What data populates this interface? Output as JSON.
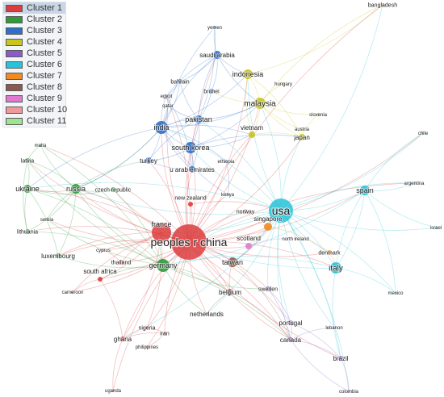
{
  "legend": [
    {
      "label": "Cluster 1",
      "color": "#dc3c3c"
    },
    {
      "label": "Cluster 2",
      "color": "#2e9a3a"
    },
    {
      "label": "Cluster 3",
      "color": "#2f6fc8"
    },
    {
      "label": "Cluster 4",
      "color": "#c7c51f"
    },
    {
      "label": "Cluster 5",
      "color": "#8a5cc8"
    },
    {
      "label": "Cluster 6",
      "color": "#27c3d8"
    },
    {
      "label": "Cluster 7",
      "color": "#f08a22"
    },
    {
      "label": "Cluster 8",
      "color": "#8c5a4c"
    },
    {
      "label": "Cluster 9",
      "color": "#e07ad0"
    },
    {
      "label": "Cluster 10",
      "color": "#f0999b"
    },
    {
      "label": "Cluster 11",
      "color": "#9fe38f"
    }
  ],
  "nodes": [
    {
      "id": "china",
      "label": "peoples r china",
      "cluster": 1
    },
    {
      "id": "france",
      "label": "france",
      "cluster": 1
    },
    {
      "id": "thailand",
      "label": "thailand",
      "cluster": 1
    },
    {
      "id": "cyprus",
      "label": "cyprus",
      "cluster": 1
    },
    {
      "id": "south_africa",
      "label": "south africa",
      "cluster": 1
    },
    {
      "id": "cameroon",
      "label": "cameroon",
      "cluster": 1
    },
    {
      "id": "ghana",
      "label": "ghana",
      "cluster": 1
    },
    {
      "id": "nigeria",
      "label": "nigeria",
      "cluster": 1
    },
    {
      "id": "iran",
      "label": "iran",
      "cluster": 1
    },
    {
      "id": "philippines",
      "label": "philippines",
      "cluster": 1
    },
    {
      "id": "uganda",
      "label": "uganda",
      "cluster": 1
    },
    {
      "id": "new_zealand",
      "label": "new zealand",
      "cluster": 1
    },
    {
      "id": "germany",
      "label": "germany",
      "cluster": 2
    },
    {
      "id": "russia",
      "label": "russia",
      "cluster": 2
    },
    {
      "id": "ukraine",
      "label": "ukraine",
      "cluster": 2
    },
    {
      "id": "latvia",
      "label": "latvia",
      "cluster": 2
    },
    {
      "id": "malta",
      "label": "malta",
      "cluster": 2
    },
    {
      "id": "czech",
      "label": "czech republic",
      "cluster": 2
    },
    {
      "id": "serbia",
      "label": "serbia",
      "cluster": 2
    },
    {
      "id": "lithuania",
      "label": "lithuania",
      "cluster": 2
    },
    {
      "id": "luxembourg",
      "label": "luxembourg",
      "cluster": 2
    },
    {
      "id": "india",
      "label": "india",
      "cluster": 3
    },
    {
      "id": "pakistan",
      "label": "pakistan",
      "cluster": 3
    },
    {
      "id": "south_korea",
      "label": "south korea",
      "cluster": 3
    },
    {
      "id": "saudi_arabia",
      "label": "saudi arabia",
      "cluster": 3
    },
    {
      "id": "yemen",
      "label": "yemen",
      "cluster": 3
    },
    {
      "id": "bahrain",
      "label": "bahrain",
      "cluster": 3
    },
    {
      "id": "brunei",
      "label": "brunei",
      "cluster": 3
    },
    {
      "id": "egypt",
      "label": "egypt",
      "cluster": 3
    },
    {
      "id": "qatar",
      "label": "qatar",
      "cluster": 3
    },
    {
      "id": "turkey",
      "label": "turkey",
      "cluster": 3
    },
    {
      "id": "uae",
      "label": "u arab emirates",
      "cluster": 3
    },
    {
      "id": "ethiopia",
      "label": "ethiopia",
      "cluster": 3
    },
    {
      "id": "kenya",
      "label": "kenya",
      "cluster": 3
    },
    {
      "id": "malaysia",
      "label": "malaysia",
      "cluster": 4
    },
    {
      "id": "indonesia",
      "label": "indonesia",
      "cluster": 4
    },
    {
      "id": "vietnam",
      "label": "vietnam",
      "cluster": 4
    },
    {
      "id": "japan",
      "label": "japan",
      "cluster": 4
    },
    {
      "id": "austria",
      "label": "austria",
      "cluster": 4
    },
    {
      "id": "hungary",
      "label": "hungary",
      "cluster": 4
    },
    {
      "id": "slovenia",
      "label": "slovenia",
      "cluster": 4
    },
    {
      "id": "bangladesh",
      "label": "bangladesh",
      "cluster": 4
    },
    {
      "id": "canada",
      "label": "canada",
      "cluster": 5
    },
    {
      "id": "portugal",
      "label": "portugal",
      "cluster": 5
    },
    {
      "id": "brazil",
      "label": "brazil",
      "cluster": 5
    },
    {
      "id": "colombia",
      "label": "colombia",
      "cluster": 5
    },
    {
      "id": "lebanon",
      "label": "lebanon",
      "cluster": 5
    },
    {
      "id": "sweden",
      "label": "sweden",
      "cluster": 5
    },
    {
      "id": "usa",
      "label": "usa",
      "cluster": 6
    },
    {
      "id": "spain",
      "label": "spain",
      "cluster": 6
    },
    {
      "id": "italy",
      "label": "italy",
      "cluster": 6
    },
    {
      "id": "chile",
      "label": "chile",
      "cluster": 6
    },
    {
      "id": "argentina",
      "label": "argentina",
      "cluster": 6
    },
    {
      "id": "israel",
      "label": "israel",
      "cluster": 6
    },
    {
      "id": "mexico",
      "label": "mexico",
      "cluster": 6
    },
    {
      "id": "singapore",
      "label": "singapore",
      "cluster": 7
    },
    {
      "id": "denmark",
      "label": "denmark",
      "cluster": 7
    },
    {
      "id": "taiwan",
      "label": "taiwan",
      "cluster": 8
    },
    {
      "id": "belgium",
      "label": "belgium",
      "cluster": 8
    },
    {
      "id": "netherlands",
      "label": "netherlands",
      "cluster": 8
    },
    {
      "id": "scotland",
      "label": "scotland",
      "cluster": 9
    },
    {
      "id": "norway",
      "label": "norway",
      "cluster": 10
    },
    {
      "id": "north_ireland",
      "label": "north ireland",
      "cluster": 10
    }
  ]
}
